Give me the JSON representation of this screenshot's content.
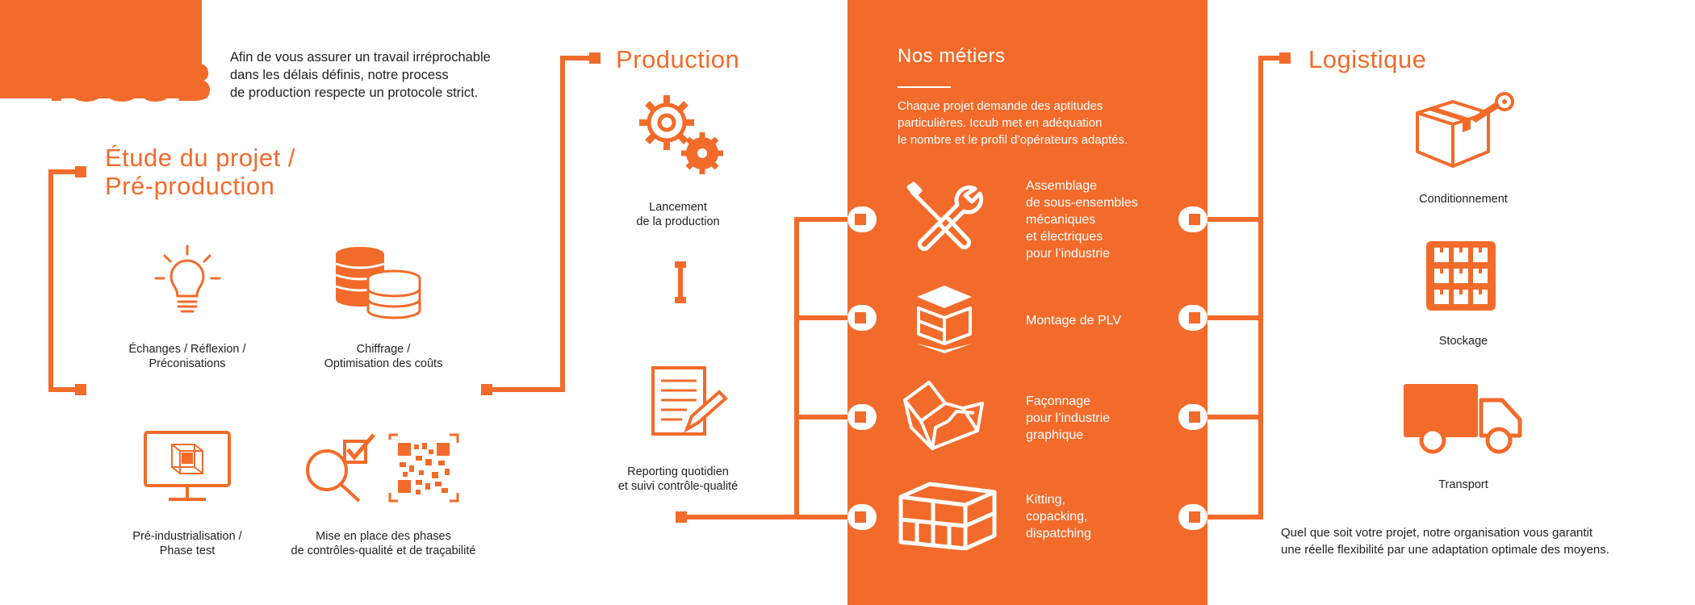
{
  "brand": {
    "logo": "ICCUB",
    "accent": "#f26b2b"
  },
  "intro": {
    "line1": "Afin de vous assurer un travail irréprochable",
    "line2": "dans les délais définis, notre process",
    "line3": "de production respecte un protocole strict."
  },
  "etude": {
    "title_line1": "Étude du projet /",
    "title_line2": "Pré-production",
    "items": [
      {
        "icon": "lightbulb-icon",
        "line1": "Échanges / Réflexion /",
        "line2": "Préconisations"
      },
      {
        "icon": "coins-icon",
        "line1": "Chiffrage /",
        "line2": "Optimisation des coûts"
      },
      {
        "icon": "monitor-cube-icon",
        "line1": "Pré-industrialisation /",
        "line2": "Phase test"
      },
      {
        "icon": "magnifier-qrcode-icon",
        "line1": "Mise en place des phases",
        "line2": "de contrôles-qualité et de traçabilité"
      }
    ]
  },
  "production": {
    "title": "Production",
    "items": [
      {
        "icon": "gears-icon",
        "line1": "Lancement",
        "line2": "de la production"
      },
      {
        "icon": "report-pencil-icon",
        "line1": "Reporting quotidien",
        "line2": "et suivi contrôle-qualité"
      }
    ]
  },
  "metiers": {
    "title": "Nos métiers",
    "desc_line1": "Chaque projet demande des aptitudes",
    "desc_line2": "particulières. Iccub met en adéquation",
    "desc_line3": "le nombre et le profil d’opérateurs adaptés.",
    "items": [
      {
        "icon": "tools-icon",
        "lines": [
          "Assemblage",
          "de sous-ensembles",
          "mécaniques",
          "et électriques",
          "pour l’industrie"
        ]
      },
      {
        "icon": "display-stand-icon",
        "lines": [
          "Montage de PLV"
        ]
      },
      {
        "icon": "open-box-icon",
        "lines": [
          "Façonnage",
          "pour l’industrie",
          "graphique"
        ]
      },
      {
        "icon": "stacked-boxes-icon",
        "lines": [
          "Kitting,",
          "copacking,",
          "dispatching"
        ]
      }
    ]
  },
  "logistique": {
    "title": "Logistique",
    "items": [
      {
        "icon": "taped-box-icon",
        "label": "Conditionnement"
      },
      {
        "icon": "pallet-storage-icon",
        "label": "Stockage"
      },
      {
        "icon": "truck-icon",
        "label": "Transport"
      }
    ],
    "final_line1": "Quel que soit votre projet, notre organisation vous garantit",
    "final_line2": "une réelle flexibilité par une adaptation optimale des moyens."
  }
}
